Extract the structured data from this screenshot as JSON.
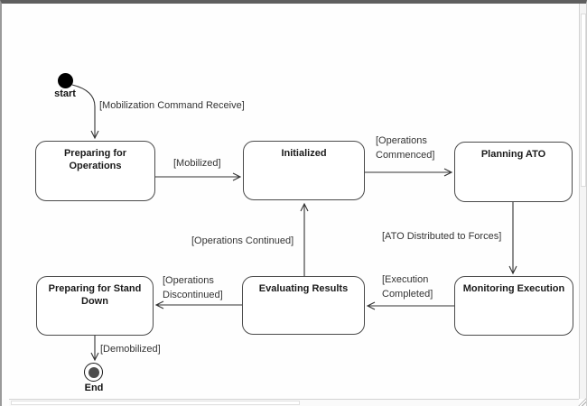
{
  "window": {
    "kind": "diagram-viewer",
    "top_bar_color": "#5f5f5f",
    "border_color": "#9a9a9a",
    "canvas_color": "#fefefe"
  },
  "diagram": {
    "type": "uml-state-machine",
    "start": {
      "label": "start"
    },
    "end": {
      "label": "End"
    },
    "states": [
      {
        "id": "preparing-for-operations",
        "label": "Preparing for Operations"
      },
      {
        "id": "initialized",
        "label": "Initialized"
      },
      {
        "id": "planning-ato",
        "label": "Planning ATO"
      },
      {
        "id": "monitoring-execution",
        "label": "Monitoring Execution"
      },
      {
        "id": "evaluating-results",
        "label": "Evaluating Results"
      },
      {
        "id": "preparing-for-stand-down",
        "label": "Preparing for Stand Down"
      }
    ],
    "transitions": [
      {
        "from": "start",
        "to": "preparing-for-operations",
        "label": "[Mobilization Command Receive]"
      },
      {
        "from": "preparing-for-operations",
        "to": "initialized",
        "label": "[Mobilized]"
      },
      {
        "from": "initialized",
        "to": "planning-ato",
        "label": "[Operations Commenced]"
      },
      {
        "from": "planning-ato",
        "to": "monitoring-execution",
        "label": "[ATO Distributed to Forces]"
      },
      {
        "from": "monitoring-execution",
        "to": "evaluating-results",
        "label": "[Execution Completed]"
      },
      {
        "from": "evaluating-results",
        "to": "initialized",
        "label": "[Operations Continued]"
      },
      {
        "from": "evaluating-results",
        "to": "preparing-for-stand-down",
        "label": "[Operations Discontinued]"
      },
      {
        "from": "preparing-for-stand-down",
        "to": "end",
        "label": "[Demobilized]"
      }
    ],
    "colors": {
      "state_border": "#4a4a4a",
      "state_fill": "#ffffff",
      "state_text": "#1a1a1a",
      "transition_text": "#333333",
      "arrow": "#333333",
      "start_fill": "#000000",
      "end_inner_fill": "#4d4d4d"
    }
  }
}
